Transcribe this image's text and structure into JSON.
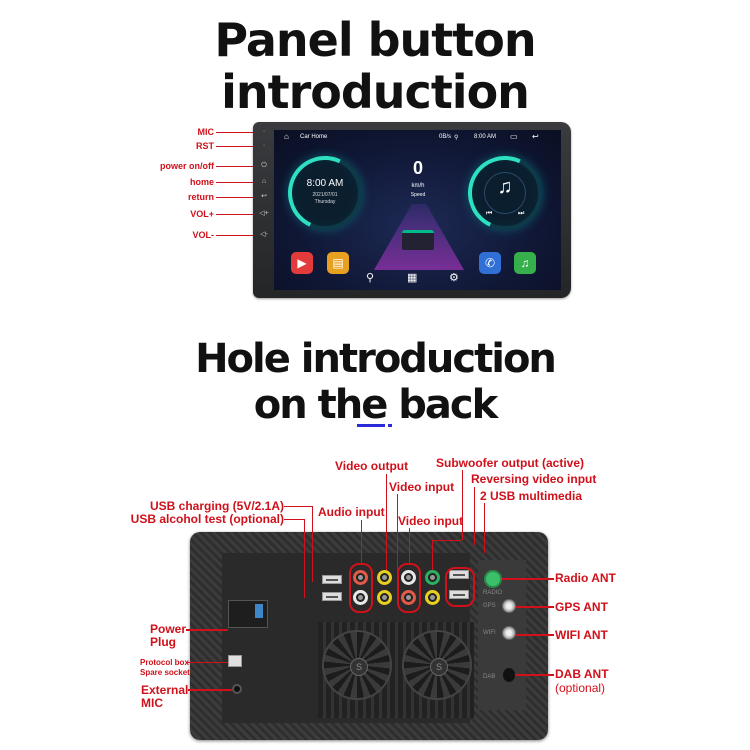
{
  "headings": {
    "panel_line1": "Panel button",
    "panel_line2": "introduction",
    "back_line1": "Hole introduction",
    "back_line2": "on the back"
  },
  "panel_buttons": [
    {
      "label": "MIC",
      "icon": "mic-dot"
    },
    {
      "label": "RST",
      "icon": "reset-dot"
    },
    {
      "label": "power on/off",
      "icon": "power-icon"
    },
    {
      "label": "home",
      "icon": "home-icon"
    },
    {
      "label": "return",
      "icon": "return-icon"
    },
    {
      "label": "VOL+",
      "icon": "volume-up-icon"
    },
    {
      "label": "VOL-",
      "icon": "volume-down-icon"
    }
  ],
  "screen": {
    "status_title": "Car Home",
    "net_speed": "0B/s",
    "time": "8:00 AM",
    "clock_time": "8:00 AM",
    "clock_date": "2021/07/01",
    "clock_day": "Thursday",
    "speed_value": "0",
    "speed_unit": "km/h",
    "speed_label": "Speed",
    "icons": {
      "home": "⌂",
      "location": "⚲",
      "window": "▭",
      "back": "↩",
      "music": "♫",
      "prev": "⏮",
      "next": "⏭",
      "video": "▶",
      "radio": "📻",
      "phone": "✆",
      "music_app": "♫",
      "nav": "⚲",
      "apps": "▦",
      "settings": "⚙"
    },
    "colors": {
      "video_app": "#e33b3b",
      "radio_app": "#e8a020",
      "phone_app": "#2f6fd6",
      "music_app": "#36b04a",
      "gauge_accent": "#2de0c0"
    }
  },
  "back_labels": {
    "usb_charging": "USB charging (5V/2.1A)",
    "usb_alcohol": "USB alcohol test (optional)",
    "audio_input": "Audio input",
    "video_output": "Video output",
    "video_input_1": "Video input",
    "video_input_2": "Video input",
    "subwoofer": "Subwoofer output (active)",
    "reversing": "Reversing video input",
    "usb_multimedia": "2 USB multimedia",
    "radio_ant": "Radio ANT",
    "gps_ant": "GPS ANT",
    "wifi_ant": "WIFI ANT",
    "dab_ant": "DAB ANT",
    "dab_optional": "(optional)",
    "power_plug_1": "Power",
    "power_plug_2": "Plug",
    "protocol_1": "Protocol box",
    "protocol_2": "Spare socket",
    "ext_mic_1": "External",
    "ext_mic_2": "MIC",
    "silk_radio": "RADIO",
    "silk_gps": "GPS",
    "silk_wifi": "WIFI",
    "silk_dab": "DAB",
    "fan_logo": "S"
  },
  "accent_colors": {
    "label_red": "#d0101a",
    "underline_blue": "#2a2ad6"
  }
}
